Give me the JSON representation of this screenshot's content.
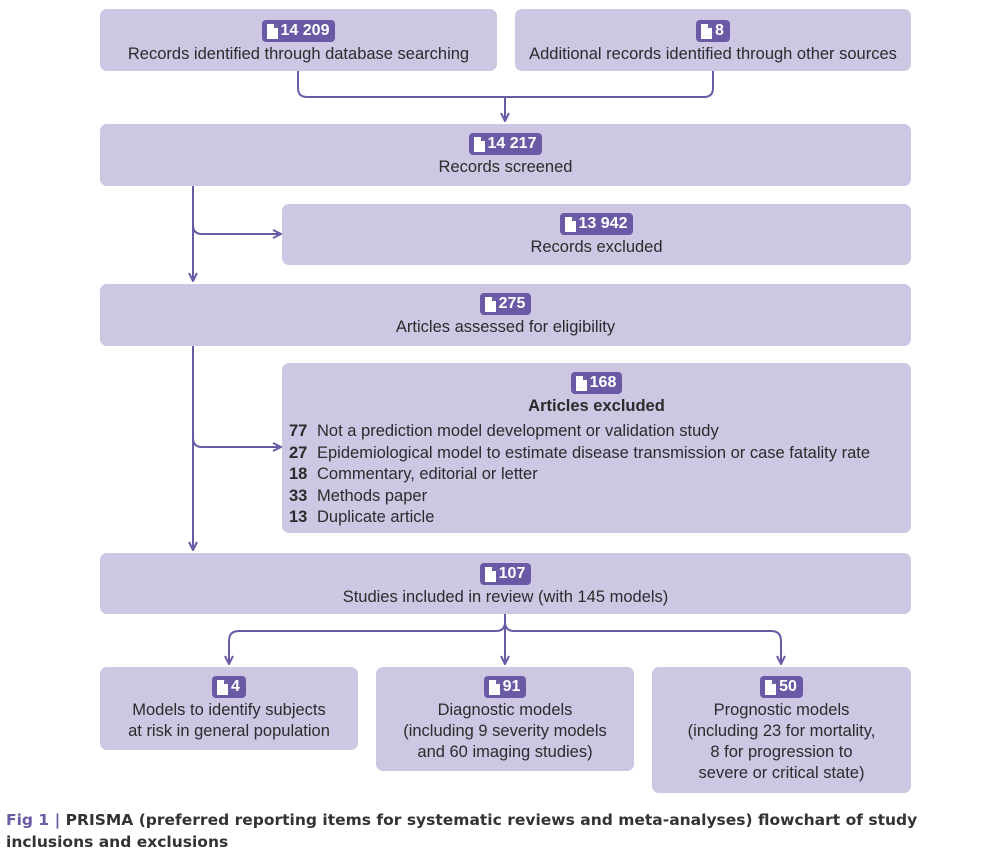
{
  "boxes": {
    "db_search": {
      "count": "14 209",
      "label": "Records identified through database searching"
    },
    "other_sources": {
      "count": "8",
      "label": "Additional records identified through other sources"
    },
    "screened": {
      "count": "14 217",
      "label": "Records screened"
    },
    "excluded_records": {
      "count": "13 942",
      "label": "Records excluded"
    },
    "eligibility": {
      "count": "275",
      "label": "Articles assessed for eligibility"
    },
    "excluded_articles": {
      "count": "168",
      "label": "Articles excluded",
      "reasons": [
        {
          "n": "77",
          "text": "Not a prediction model development or validation study"
        },
        {
          "n": "27",
          "text": "Epidemiological model to estimate disease transmission or case fatality rate"
        },
        {
          "n": "18",
          "text": "Commentary, editorial or letter"
        },
        {
          "n": "33",
          "text": "Methods paper"
        },
        {
          "n": "13",
          "text": "Duplicate article"
        }
      ]
    },
    "included": {
      "count": "107",
      "label": "Studies included in review (with 145 models)"
    },
    "general_population": {
      "count": "4",
      "lines": [
        "Models to identify subjects",
        "at risk in general population"
      ]
    },
    "diagnostic": {
      "count": "91",
      "lines": [
        "Diagnostic models",
        "(including 9 severity models",
        "and 60 imaging studies)"
      ]
    },
    "prognostic": {
      "count": "50",
      "lines": [
        "Prognostic models",
        "(including 23 for mortality,",
        "8 for progression to",
        "severe or critical state)"
      ]
    }
  },
  "caption": {
    "fig": "Fig 1 |",
    "text": "PRISMA (preferred reporting items for systematic reviews and meta-analyses) flowchart of study inclusions and exclusions"
  },
  "colors": {
    "box_fill": "#cdc7e3",
    "badge": "#6a5aa6",
    "line": "#6a5aa6"
  },
  "icons": {
    "badge_icon": "document-icon"
  }
}
